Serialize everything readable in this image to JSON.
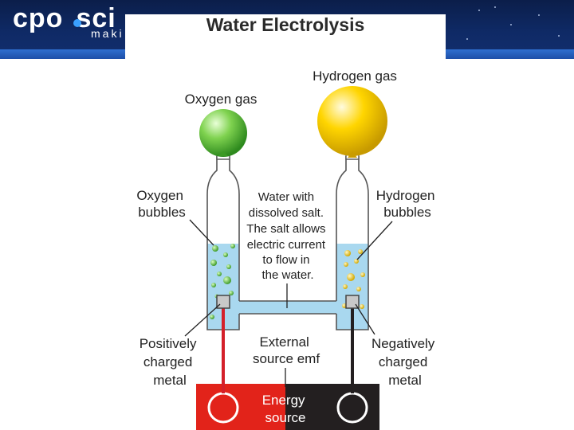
{
  "branding": {
    "logo_text": "cpo",
    "logo_partial": "sci",
    "logo_tagline": "maki"
  },
  "diagram": {
    "title": "Water Electrolysis",
    "labels": {
      "oxygen_gas": "Oxygen gas",
      "hydrogen_gas": "Hydrogen gas",
      "oxygen_bubbles": [
        "Oxygen",
        "bubbles"
      ],
      "hydrogen_bubbles": [
        "Hydrogen",
        "bubbles"
      ],
      "water_note": [
        "Water with",
        "dissolved salt.",
        "The salt allows",
        "electric current",
        "to flow in",
        "the water."
      ],
      "positive_metal": [
        "Positively",
        "charged",
        "metal"
      ],
      "negative_metal": [
        "Negatively",
        "charged",
        "metal"
      ],
      "external_emf": [
        "External",
        "source emf"
      ],
      "energy_source": [
        "Energy",
        "source"
      ]
    },
    "colors": {
      "water": "#a9d8ef",
      "oxygen": "#6cc644",
      "hydrogen": "#f5d000",
      "positive_wire": "#d4202a",
      "negative_wire": "#231f20",
      "positive_source": "#e2231a",
      "negative_source": "#231f20"
    }
  }
}
